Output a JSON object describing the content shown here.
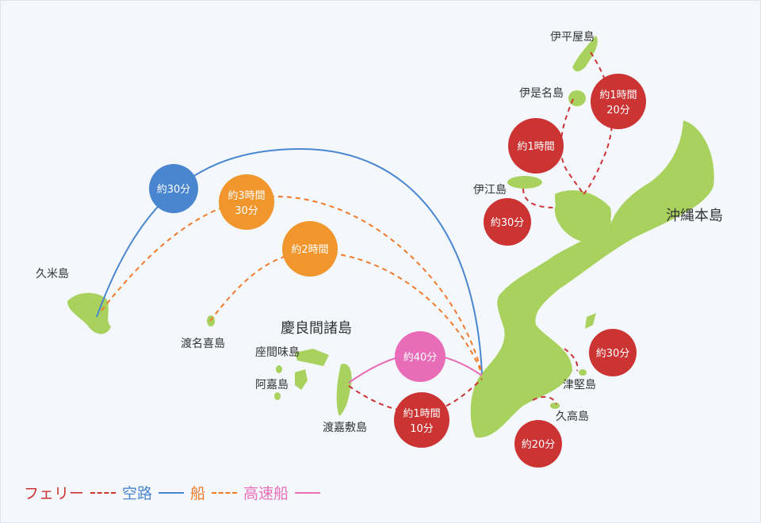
{
  "colors": {
    "ferry": "#cc3333",
    "air": "#4a86d0",
    "ship": "#f07a2a",
    "ship_circle": "#f0962c",
    "highspeed": "#e86cb8",
    "land": "#a9d15e"
  },
  "islands": {
    "iheya": "伊平屋島",
    "izena": "伊是名島",
    "ie": "伊江島",
    "okinawa": "沖縄本島",
    "kume": "久米島",
    "tonaki": "渡名喜島",
    "kerama": "慶良間諸島",
    "zamami": "座間味島",
    "aka": "阿嘉島",
    "tokashiki": "渡嘉敷島",
    "tsuken": "津堅島",
    "kudaka": "久高島"
  },
  "routes": {
    "kume_air": {
      "line1": "約30分"
    },
    "kume_ship": {
      "line1": "約3時間",
      "line2": "30分"
    },
    "tonaki_ship": {
      "line1": "約2時間"
    },
    "kerama_highspeed": {
      "line1": "約40分"
    },
    "kerama_ferry": {
      "line1": "約1時間",
      "line2": "10分"
    },
    "iheya_ferry": {
      "line1": "約1時間",
      "line2": "20分"
    },
    "izena_ferry": {
      "line1": "約1時間"
    },
    "ie_ferry": {
      "line1": "約30分"
    },
    "tsuken_ferry": {
      "line1": "約30分"
    },
    "kudaka_ferry": {
      "line1": "約20分"
    }
  },
  "legend": {
    "ferry": "フェリー",
    "air": "空路",
    "ship": "船",
    "highspeed": "高速船"
  }
}
